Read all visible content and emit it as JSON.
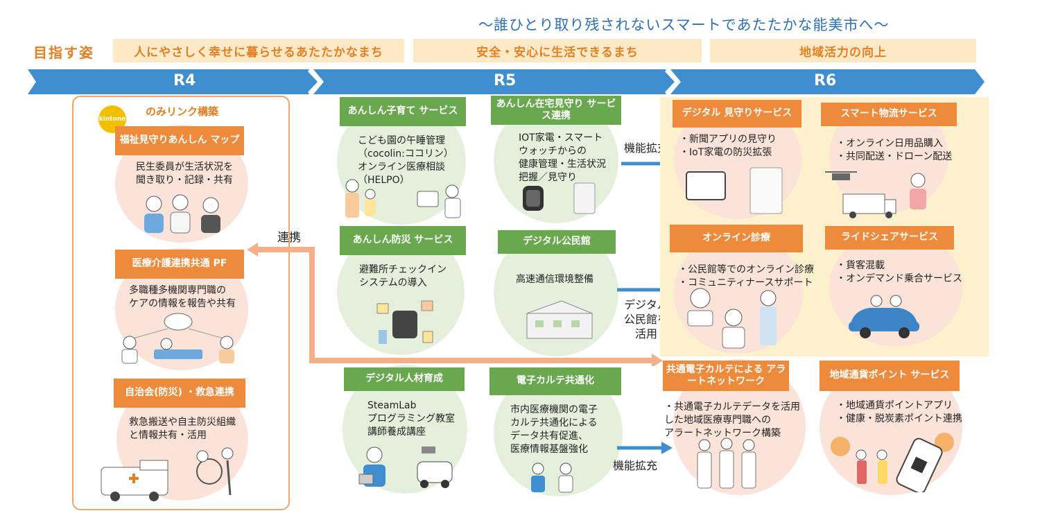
{
  "slogan": "～誰ひとり取り残されないスマートであたたかな能美市へ～",
  "goal_label": "目指す姿",
  "goals": [
    "人にやさしく幸せに暮らせるあたたかなまち",
    "安全・安心に生活できるまち",
    "地域活力の向上"
  ],
  "years": [
    "R4",
    "R5",
    "R6"
  ],
  "r4": {
    "heading": "のみリンク構築",
    "kintone": "kintone",
    "items": [
      {
        "title": "福祉見守りあんしん\nマップ",
        "desc": "民生委員が生活状況を\n聞き取り・記録・共有"
      },
      {
        "title": "医療介護連携共通\nPF",
        "desc": "多職種多機関専門職の\nケアの情報を報告や共有"
      },
      {
        "title": "自治会(防災)\n・救急連携",
        "desc": "救急搬送や自主防災組織\nと情報共有・活用"
      }
    ]
  },
  "link_label": "連携",
  "r5": [
    {
      "title": "あんしん子育て\nサービス",
      "desc": "こども園の午睡管理\n（cocolin:ココリン）\nオンライン医療相談\n（HELPO）"
    },
    {
      "title": "あんしん在宅見守り\nサービス連携",
      "desc": "IOT家電・スマート\nウォッチからの\n健康管理・生活状況\n把握／見守り"
    },
    {
      "title": "あんしん防災\nサービス",
      "desc": "避難所チェックイン\nシステムの導入"
    },
    {
      "title": "デジタル公民館",
      "desc": "高速通信環境整備"
    },
    {
      "title": "デジタル人材育成",
      "desc": "SteamLab\nプログラミング教室\n講師養成講座"
    },
    {
      "title": "電子カルテ共通化",
      "desc": "市内医療機関の電子\nカルテ共通化による\nデータ共有促進、\n医療情報基盤強化"
    }
  ],
  "arrows": {
    "expand1": "機能拡充",
    "kominkan": "デジタル\n公民館を\n活用",
    "expand2": "機能拡充"
  },
  "r6": [
    {
      "title": "デジタル\n見守りサービス",
      "desc": "・新聞アプリの見守り\n・IoT家電の防災拡張"
    },
    {
      "title": "スマート物流サービス",
      "desc": "・オンライン日用品購入\n・共同配送・ドローン配送"
    },
    {
      "title": "オンライン診療",
      "desc": "・公民館等でのオンライン診療\n・コミュニティナースサポート"
    },
    {
      "title": "ライドシェアサービス",
      "desc": "・貨客混載\n・オンデマンド乗合サービス"
    },
    {
      "title": "共通電子カルテによる\nアラートネットワーク",
      "desc": "・共通電子カルテデータを活用\nした地域医療専門職への\nアラートネットワーク構築"
    },
    {
      "title": "地域通貨ポイント\nサービス",
      "desc": "・地域通貨ポイントアプリ\n・健康・脱炭素ポイント連携"
    }
  ],
  "colors": {
    "orange": "#ee8a3c",
    "green": "#6aa84f",
    "blue": "#3f8fd0",
    "pink": "#fbe3d9"
  }
}
